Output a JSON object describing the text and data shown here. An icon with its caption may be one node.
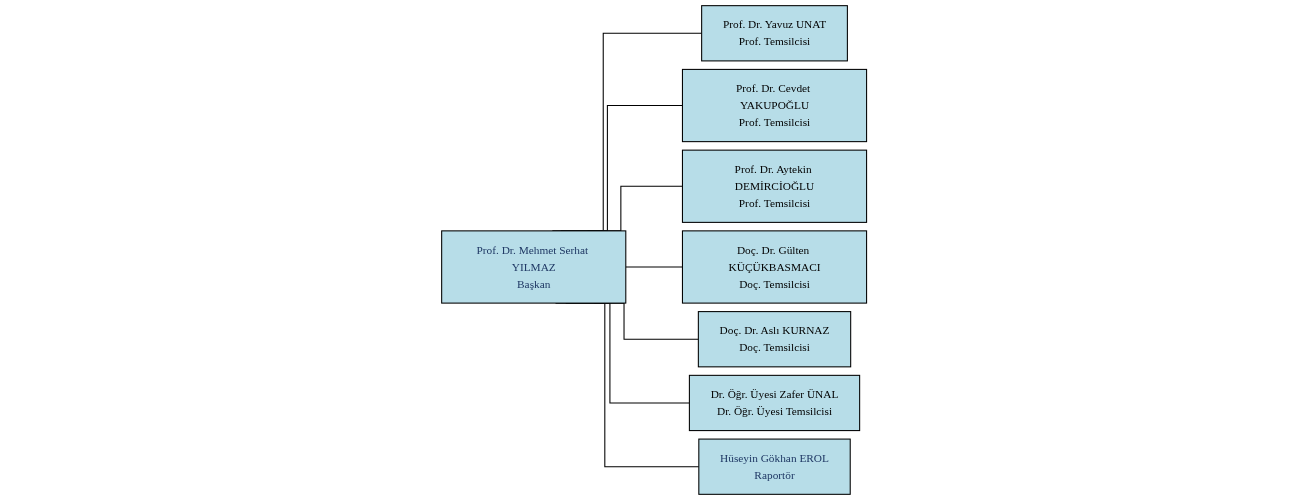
{
  "diagram": {
    "nodes": [
      {
        "text": [
          "Prof. Dr. Mehmet Serhat YILMAZ",
          "Başkan"
        ]
      },
      {
        "text": [
          "Prof. Dr. Yavuz UNAT",
          "Prof. Temsilcisi"
        ]
      },
      {
        "text": [
          "Prof. Dr. Cevdet YAKUPOĞLU",
          "Prof. Temsilcisi"
        ]
      },
      {
        "text": [
          "Prof. Dr. Aytekin DEMİRCİOĞLU",
          "Prof. Temsilcisi"
        ]
      },
      {
        "text": [
          "Doç. Dr. Gülten KÜÇÜKBASMACI",
          "Doç. Temsilcisi"
        ]
      },
      {
        "text": [
          "Doç. Dr. Aslı KURNAZ",
          "Doç. Temsilcisi"
        ]
      },
      {
        "text": [
          "Dr. Öğr. Üyesi Zafer ÜNAL",
          "Dr. Öğr. Üyesi Temsilcisi"
        ]
      },
      {
        "text": [
          "Hüseyin Gökhan EROL",
          "Raportör"
        ]
      }
    ],
    "edges": [
      {
        "from": 0,
        "to": 1,
        "arrow": "none"
      },
      {
        "from": 0,
        "to": 2,
        "arrow": "none"
      },
      {
        "from": 0,
        "to": 3,
        "arrow": "none"
      },
      {
        "from": 0,
        "to": 4,
        "arrow": "none"
      },
      {
        "from": 0,
        "to": 5,
        "arrow": "none"
      },
      {
        "from": 0,
        "to": 6,
        "arrow": "none"
      },
      {
        "from": 0,
        "to": 7,
        "arrow": "none"
      }
    ]
  }
}
